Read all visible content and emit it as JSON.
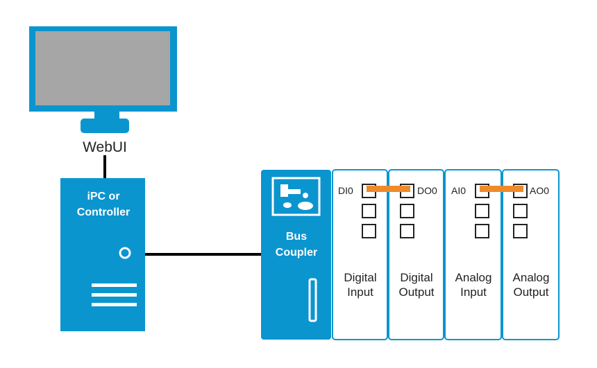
{
  "colors": {
    "blue": "#0b95cf",
    "screen_gray": "#a6a6a6",
    "module_border": "#0b95cf",
    "wire": "#000000",
    "link": "#ef8a2b",
    "white": "#ffffff",
    "text": "#222222"
  },
  "monitor": {
    "label": "WebUI"
  },
  "controller": {
    "title_line1": "iPC or",
    "title_line2": "Controller",
    "power_icon": "power-led-icon",
    "drive_icon": "drive-bays-icon"
  },
  "bus_coupler": {
    "title_line1": "Bus",
    "title_line2": "Coupler",
    "chip_icon": "coupler-chip-icon",
    "slot_icon": "coupler-slot-icon"
  },
  "modules": [
    {
      "line1": "Digital",
      "line2": "Input",
      "channel": "DI0"
    },
    {
      "line1": "Digital",
      "line2": "Output",
      "channel": "DO0"
    },
    {
      "line1": "Analog",
      "line2": "Input",
      "channel": "AI0"
    },
    {
      "line1": "Analog",
      "line2": "Output",
      "channel": "AO0"
    }
  ]
}
